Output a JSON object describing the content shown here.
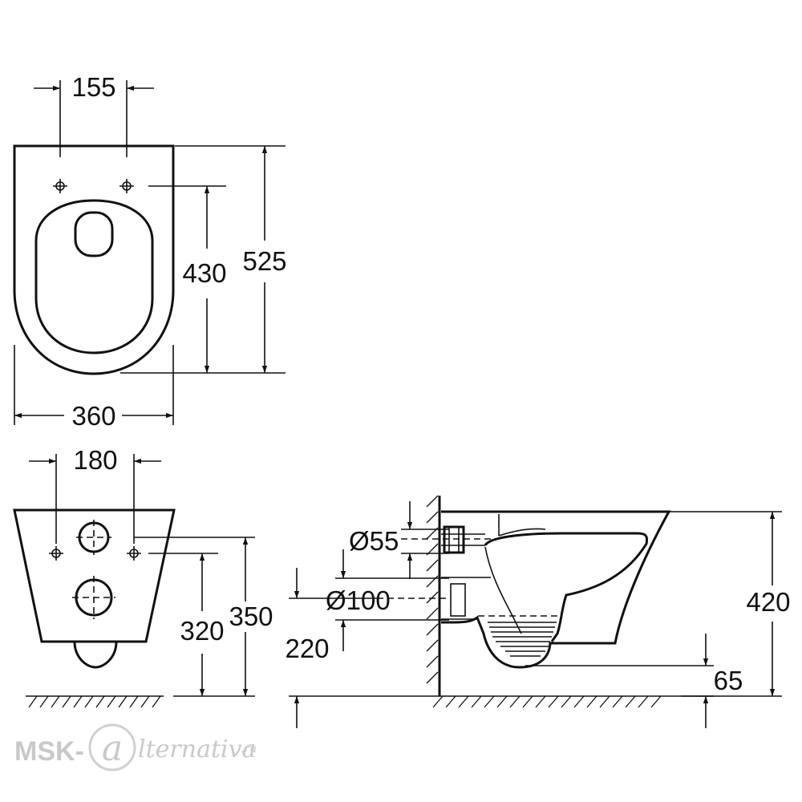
{
  "top_view": {
    "fixing_spacing": "155",
    "width": "360",
    "length": "525",
    "fixing_to_front": "430"
  },
  "front_view": {
    "fixing_spacing": "180",
    "fixing_height": "320",
    "top_height": "350"
  },
  "side_view": {
    "inlet_diameter": "Ø55",
    "outlet_diameter": "Ø100",
    "outlet_height": "220",
    "total_height": "420",
    "bowl_clearance": "65"
  },
  "watermark": {
    "brand": "MSK-",
    "script": "lternativa",
    "domain": ".ru"
  }
}
